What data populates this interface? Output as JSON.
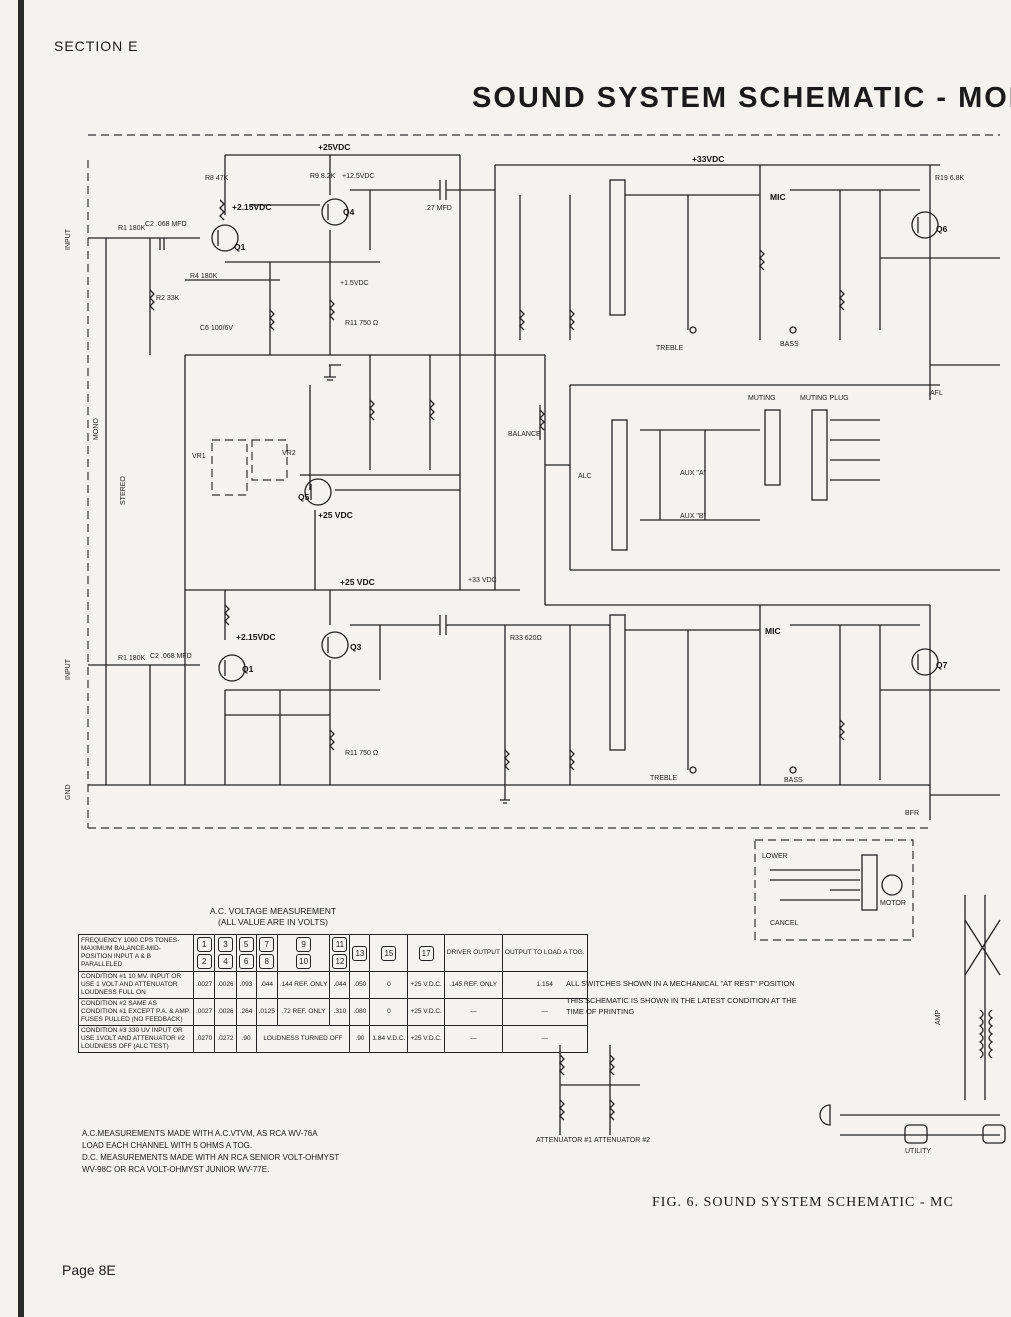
{
  "header": {
    "section": "SECTION E",
    "title": "SOUND SYSTEM SCHEMATIC - MOI"
  },
  "footer": {
    "page": "Page 8E",
    "figure_caption": "FIG. 6.   SOUND SYSTEM SCHEMATIC - MC"
  },
  "notes": {
    "switches": "ALL SWITCHES SHOWN IN A MECHANICAL \"AT REST\" POSITION",
    "latest": "THIS SCHEMATIC IS SHOWN IN THE LATEST CONDITION AT THE TIME OF PRINTING"
  },
  "ac_notes": [
    "A.C.MEASUREMENTS MADE WITH A.C.VTVM, AS RCA WV-76A",
    "LOAD EACH CHANNEL WITH 5 OHMS A TOG.",
    "D.C. MEASUREMENTS MADE WITH AN RCA SENIOR VOLT-OHMYST",
    "WV-98C OR RCA VOLT-OHMYST JUNIOR WV-77E."
  ],
  "voltage_table": {
    "caption_line1": "A.C. VOLTAGE MEASUREMENT",
    "caption_line2": "(ALL VALUE ARE IN VOLTS)",
    "header_label": "FREQUENCY 1000 CPS TONES-MAXIMUM BALANCE-MID-POSITION INPUT A & B PARALLELED",
    "points_top": [
      "1",
      "3",
      "5",
      "7",
      "9",
      "11",
      "13",
      "15",
      "17"
    ],
    "points_bottom": [
      "2",
      "4",
      "6",
      "8",
      "10",
      "12"
    ],
    "driver_output": "DRIVER OUTPUT",
    "output_load": "OUTPUT TO LOAD A TOG.",
    "rows": [
      {
        "label": "CONDITION #1 10 MV. INPUT OR USE 1 VOLT AND ATTENUATOR LOUDNESS FULL ON",
        "values": [
          ".0027",
          ".0026",
          ".093",
          ".044",
          ".144 REF. ONLY",
          ".044",
          ".050",
          "0",
          "+25 V.D.C.",
          ".145 REF. ONLY",
          "1.154"
        ]
      },
      {
        "label": "CONDITION #2 SAME AS CONDITION #1 EXCEPT P.A. & AMP. FUSES PULLED (NO FEEDBACK)",
        "values": [
          ".0027",
          ".0026",
          ".264",
          ".0125",
          ".72 REF. ONLY",
          ".310",
          ".080",
          "0",
          "+25 V.D.C.",
          "—",
          "—"
        ]
      },
      {
        "label": "CONDITION #3 330 UV INPUT OR USE 1VOLT AND ATTENUATOR #2 LOUDNESS OFF (ALC TEST)",
        "values": [
          ".0270",
          ".0272",
          ".90",
          "LOUDNESS TURNED OFF",
          ".90",
          "1.84 V.D.C.",
          "+25 V.D.C.",
          "—",
          "—"
        ]
      }
    ]
  },
  "schematic": {
    "top_rail": "+25VDC",
    "rail_33": "+33VDC",
    "rail_25": "+25 VDC",
    "rail_33b": "+33 VDC",
    "v_215a": "+2.15VDC",
    "v_215b": "+2.15VDC",
    "v_25a": "+25 VDC",
    "v_125": "+12.5VDC",
    "v_15": "+1.5VDC",
    "input_top": "INPUT",
    "input_bot": "INPUT",
    "gnd": "GND",
    "mono": "MONO",
    "stereo": "STEREO",
    "mic": "MIC",
    "mic2": "MIC",
    "treble": "TREBLE",
    "treble2": "TREBLE",
    "bass": "BASS",
    "bass2": "BASS",
    "balance": "BALANCE",
    "muting": "MUTING",
    "muting_plug": "MUTING PLUG",
    "aux_a": "AUX \"A\"",
    "aux_b": "AUX \"B\"",
    "alc": "ALC",
    "afl": "AFL",
    "bfr": "BFR",
    "motor": "MOTOR",
    "cancel": "CANCEL",
    "lower": "LOWER",
    "utility": "UTILITY",
    "amp": "AMP",
    "attenuator1": "ATTENUATOR #1",
    "attenuator2": "ATTENUATOR #2",
    "q1": "Q1",
    "q3": "Q3",
    "q4": "Q4",
    "q5": "Q5",
    "q6": "Q6",
    "q7": "Q7",
    "r1": "R1 180K",
    "r2": "R2 33K",
    "r4": "R4 180K",
    "r8": "R8 47K",
    "r9": "R9 8.2K",
    "r11": "R11 750 Ω",
    "r19": "R19 6.8K",
    "r33": "R33 620Ω",
    "c2": "C2 .068 MFD",
    "c6": "C6 100/6V",
    "c8": ".27 MFD",
    "vr1": "VR1",
    "vr2": "VR2"
  }
}
